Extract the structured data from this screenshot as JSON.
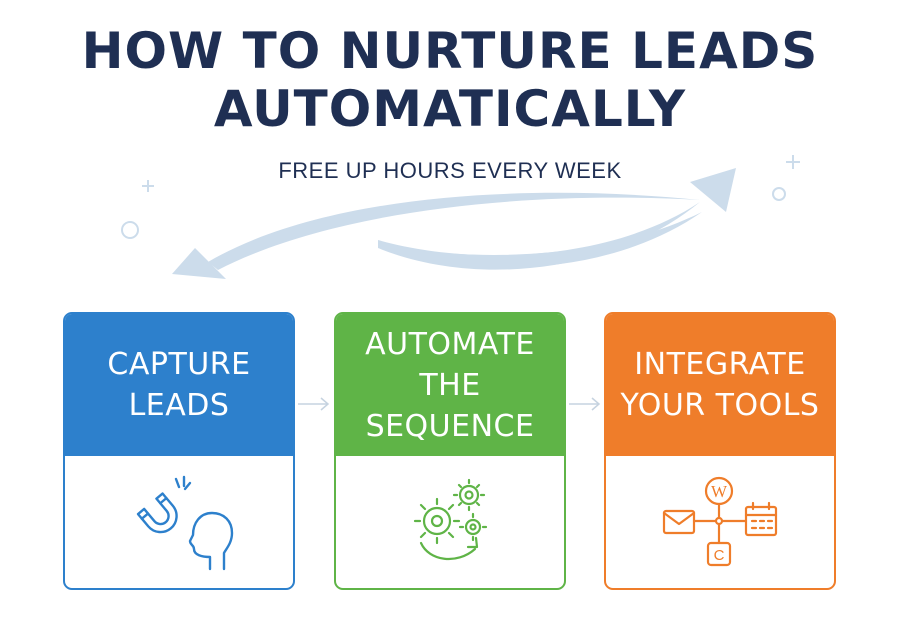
{
  "title": "HOW TO NURTURE LEADS AUTOMATICALLY",
  "subtitle": "FREE UP HOURS EVERY WEEK",
  "steps": [
    {
      "label": "CAPTURE\nLEADS",
      "color": "#2d80cc",
      "icon": "magnet-head-icon"
    },
    {
      "label": "AUTOMATE\nTHE SEQUENCE",
      "color": "#5fb447",
      "icon": "gears-cycle-icon"
    },
    {
      "label": "INTEGRATE\nYOUR TOOLS",
      "color": "#ef7d2a",
      "icon": "tools-integration-icon"
    }
  ],
  "icon_letters": {
    "top_node": "W",
    "bottom_node": "C"
  },
  "colors": {
    "title": "#1f2f53",
    "arrow": "#c9d9e8",
    "connector": "#c6d3e0"
  }
}
